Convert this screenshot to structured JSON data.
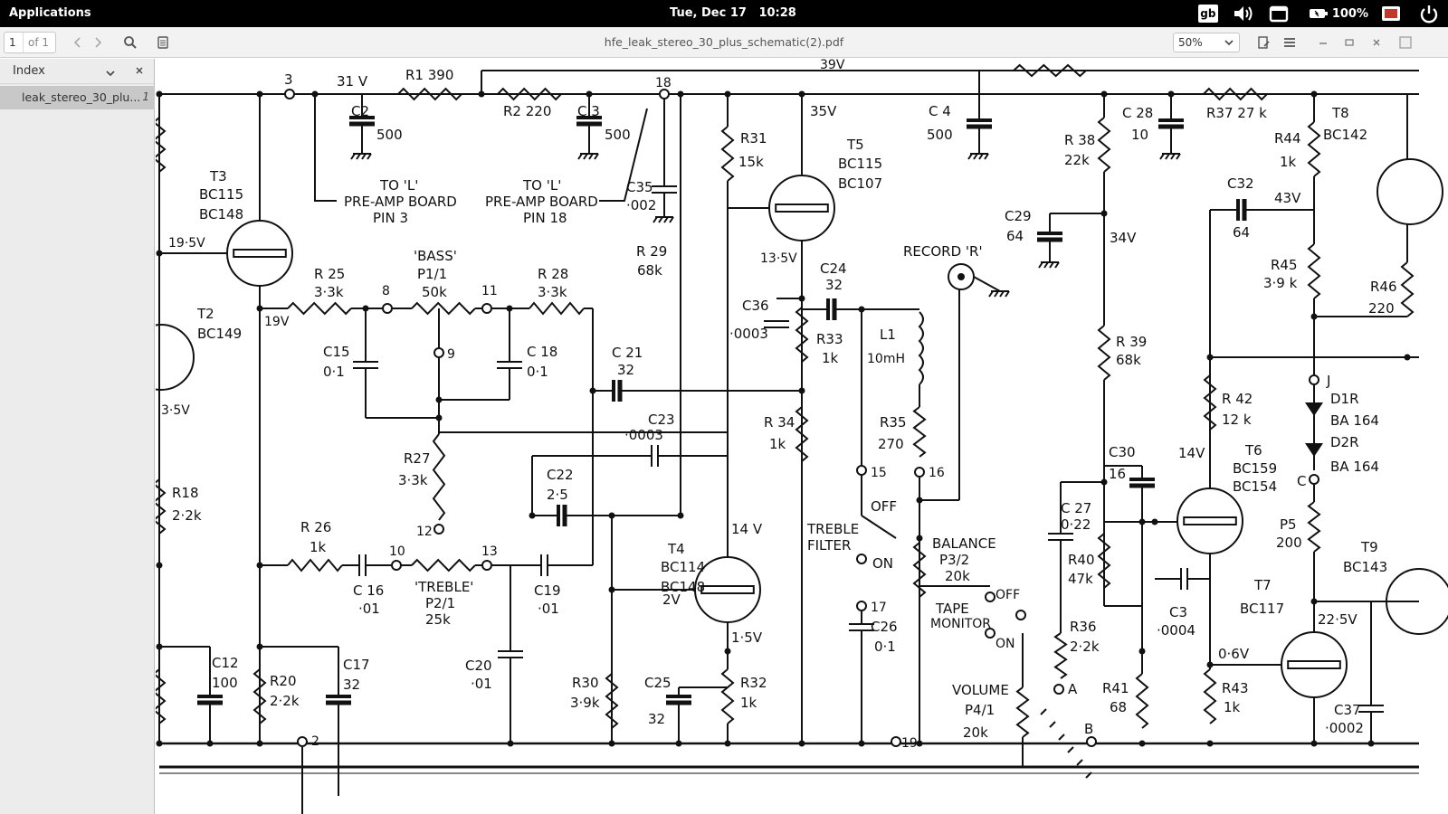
{
  "topbar": {
    "applications_label": "Applications",
    "date": "Tue, Dec 17",
    "time": "10:28",
    "keyboard_layout": "gb",
    "battery_percent": "100%"
  },
  "toolbar": {
    "page_number": "1",
    "page_of": "of 1",
    "document_title": "hfe_leak_stereo_30_plus_schematic(2).pdf",
    "zoom_value": "50%"
  },
  "sidebar": {
    "header_label": "Index",
    "items": [
      {
        "label": "leak_stereo_30_plu...",
        "page": "1"
      }
    ]
  },
  "schematic": {
    "labels": [
      {
        "id": "n3",
        "text": "3"
      },
      {
        "id": "v31",
        "text": "31 V"
      },
      {
        "id": "r1",
        "text": "R1 390"
      },
      {
        "id": "v39",
        "text": "39V"
      },
      {
        "id": "c2a",
        "text": "C2"
      },
      {
        "id": "c2b",
        "text": "500"
      },
      {
        "id": "r2",
        "text": "R2  220"
      },
      {
        "id": "c3a",
        "text": "C 3"
      },
      {
        "id": "c3b",
        "text": "500"
      },
      {
        "id": "n18",
        "text": "18"
      },
      {
        "id": "v35",
        "text": "35V"
      },
      {
        "id": "c4a",
        "text": "C 4"
      },
      {
        "id": "c4b",
        "text": "500"
      },
      {
        "id": "r38a",
        "text": "R 38"
      },
      {
        "id": "r38b",
        "text": "22k"
      },
      {
        "id": "c28a",
        "text": "C 28"
      },
      {
        "id": "c28b",
        "text": "10"
      },
      {
        "id": "r37",
        "text": "R37 27 k"
      },
      {
        "id": "t8a",
        "text": "T8"
      },
      {
        "id": "t8b",
        "text": "BC142"
      },
      {
        "id": "t3a",
        "text": "T3"
      },
      {
        "id": "t3b",
        "text": "BC115"
      },
      {
        "id": "t3c",
        "text": "BC148"
      },
      {
        "id": "tol1a",
        "text": "TO 'L'"
      },
      {
        "id": "tol1b",
        "text": "PRE-AMP BOARD"
      },
      {
        "id": "tol1c",
        "text": "PIN 3"
      },
      {
        "id": "tol2a",
        "text": "TO  'L'"
      },
      {
        "id": "tol2b",
        "text": "PRE-AMP BOARD"
      },
      {
        "id": "tol2c",
        "text": "PIN 18"
      },
      {
        "id": "c35a",
        "text": "C35"
      },
      {
        "id": "c35b",
        "text": "·002"
      },
      {
        "id": "r31a",
        "text": "R31"
      },
      {
        "id": "r31b",
        "text": "15k"
      },
      {
        "id": "t5a",
        "text": "T5"
      },
      {
        "id": "t5b",
        "text": "BC115"
      },
      {
        "id": "t5c",
        "text": "BC107"
      },
      {
        "id": "r44a",
        "text": "R44"
      },
      {
        "id": "r44b",
        "text": "1k"
      },
      {
        "id": "c29a",
        "text": "C29"
      },
      {
        "id": "c29b",
        "text": "64"
      },
      {
        "id": "v34",
        "text": "34V"
      },
      {
        "id": "c32a",
        "text": "C32"
      },
      {
        "id": "c32b",
        "text": "64"
      },
      {
        "id": "v43",
        "text": "43V"
      },
      {
        "id": "v195",
        "text": "19·5V"
      },
      {
        "id": "r29a",
        "text": "R 29"
      },
      {
        "id": "r29b",
        "text": "68k"
      },
      {
        "id": "bass1",
        "text": "'BASS'"
      },
      {
        "id": "bass2",
        "text": "P1/1"
      },
      {
        "id": "bass3",
        "text": "50k"
      },
      {
        "id": "r25a",
        "text": "R 25"
      },
      {
        "id": "r25b",
        "text": "3·3k"
      },
      {
        "id": "n8",
        "text": "8"
      },
      {
        "id": "n11",
        "text": "11"
      },
      {
        "id": "r28a",
        "text": "R 28"
      },
      {
        "id": "r28b",
        "text": "3·3k"
      },
      {
        "id": "v135",
        "text": "13·5V"
      },
      {
        "id": "c24a",
        "text": "C24"
      },
      {
        "id": "c24b",
        "text": "32"
      },
      {
        "id": "rec",
        "text": "RECORD 'R'"
      },
      {
        "id": "r45a",
        "text": "R45"
      },
      {
        "id": "r45b",
        "text": "3·9 k"
      },
      {
        "id": "r46a",
        "text": "R46"
      },
      {
        "id": "r46b",
        "text": "220"
      },
      {
        "id": "t2a",
        "text": "T2"
      },
      {
        "id": "t2b",
        "text": "BC149"
      },
      {
        "id": "v19",
        "text": "19V"
      },
      {
        "id": "c15a",
        "text": "C15"
      },
      {
        "id": "c15b",
        "text": "0·1"
      },
      {
        "id": "n9",
        "text": "9"
      },
      {
        "id": "c18a",
        "text": "C 18"
      },
      {
        "id": "c18b",
        "text": "0·1"
      },
      {
        "id": "c36a",
        "text": "C36"
      },
      {
        "id": "c36b",
        "text": "·0003"
      },
      {
        "id": "r33a",
        "text": "R33"
      },
      {
        "id": "r33b",
        "text": "1k"
      },
      {
        "id": "l1a",
        "text": "L1"
      },
      {
        "id": "l1b",
        "text": "10mH"
      },
      {
        "id": "r39a",
        "text": "R 39"
      },
      {
        "id": "r39b",
        "text": "68k"
      },
      {
        "id": "v35b",
        "text": "3·5V"
      },
      {
        "id": "c21a",
        "text": "C 21"
      },
      {
        "id": "c21b",
        "text": "32"
      },
      {
        "id": "c23a",
        "text": "C23"
      },
      {
        "id": "c23b",
        "text": "·0003"
      },
      {
        "id": "r34a",
        "text": "R 34"
      },
      {
        "id": "r34b",
        "text": "1k"
      },
      {
        "id": "r35a",
        "text": "R35"
      },
      {
        "id": "r35b",
        "text": "270"
      },
      {
        "id": "nJ",
        "text": "J"
      },
      {
        "id": "d1a",
        "text": "D1R"
      },
      {
        "id": "d1b",
        "text": "BA 164"
      },
      {
        "id": "r42a",
        "text": "R 42"
      },
      {
        "id": "r42b",
        "text": "12 k"
      },
      {
        "id": "d2a",
        "text": "D2R"
      },
      {
        "id": "d2b",
        "text": "BA 164"
      },
      {
        "id": "r27a",
        "text": "R27"
      },
      {
        "id": "r27b",
        "text": "3·3k"
      },
      {
        "id": "c30a",
        "text": "C30"
      },
      {
        "id": "c30b",
        "text": "16"
      },
      {
        "id": "v14a",
        "text": "14V"
      },
      {
        "id": "t6a",
        "text": "T6"
      },
      {
        "id": "t6b",
        "text": "BC159"
      },
      {
        "id": "t6c",
        "text": "BC154"
      },
      {
        "id": "n15",
        "text": "15"
      },
      {
        "id": "n16",
        "text": "16"
      },
      {
        "id": "nC",
        "text": "C"
      },
      {
        "id": "c22a",
        "text": "C22"
      },
      {
        "id": "c22b",
        "text": "2·5"
      },
      {
        "id": "r18a",
        "text": "R18"
      },
      {
        "id": "r18b",
        "text": "2·2k"
      },
      {
        "id": "off1",
        "text": "OFF"
      },
      {
        "id": "c27a",
        "text": "C 27"
      },
      {
        "id": "c27b",
        "text": "0·22"
      },
      {
        "id": "p5a",
        "text": "P5"
      },
      {
        "id": "p5b",
        "text": "200"
      },
      {
        "id": "v14b",
        "text": "14 V"
      },
      {
        "id": "n12",
        "text": "12"
      },
      {
        "id": "treb1",
        "text": "TREBLE"
      },
      {
        "id": "treb2",
        "text": "FILTER"
      },
      {
        "id": "bal1",
        "text": "BALANCE"
      },
      {
        "id": "bal2",
        "text": "P3/2"
      },
      {
        "id": "bal3",
        "text": "20k"
      },
      {
        "id": "r40a",
        "text": "R40"
      },
      {
        "id": "r40b",
        "text": "47k"
      },
      {
        "id": "t9a",
        "text": "T9"
      },
      {
        "id": "t9b",
        "text": "BC143"
      },
      {
        "id": "r26a",
        "text": "R 26"
      },
      {
        "id": "r26b",
        "text": "1k"
      },
      {
        "id": "n10",
        "text": "10"
      },
      {
        "id": "n13",
        "text": "13"
      },
      {
        "id": "t4a",
        "text": "T4"
      },
      {
        "id": "t4b",
        "text": "BC114"
      },
      {
        "id": "t4c",
        "text": "BC148"
      },
      {
        "id": "on1",
        "text": "ON"
      },
      {
        "id": "off2",
        "text": "OFF"
      },
      {
        "id": "c16a",
        "text": "C 16"
      },
      {
        "id": "c16b",
        "text": "·01"
      },
      {
        "id": "treb3",
        "text": "'TREBLE'"
      },
      {
        "id": "treb4",
        "text": "P2/1"
      },
      {
        "id": "treb5",
        "text": "25k"
      },
      {
        "id": "c19a",
        "text": "C19"
      },
      {
        "id": "c19b",
        "text": "·01"
      },
      {
        "id": "v2",
        "text": "2V"
      },
      {
        "id": "n17",
        "text": "17"
      },
      {
        "id": "tm1",
        "text": "TAPE"
      },
      {
        "id": "tm2",
        "text": "MONITOR"
      },
      {
        "id": "on2",
        "text": "ON"
      },
      {
        "id": "c3xa",
        "text": "C3"
      },
      {
        "id": "c3xb",
        "text": "·0004"
      },
      {
        "id": "t7a",
        "text": "T7"
      },
      {
        "id": "t7b",
        "text": "BC117"
      },
      {
        "id": "v225",
        "text": "22·5V"
      },
      {
        "id": "c26a",
        "text": "C26"
      },
      {
        "id": "c26b",
        "text": "0·1"
      },
      {
        "id": "r36a",
        "text": "R36"
      },
      {
        "id": "r36b",
        "text": "2·2k"
      },
      {
        "id": "v15",
        "text": "1·5V"
      },
      {
        "id": "v06",
        "text": "0·6V"
      },
      {
        "id": "nA",
        "text": "A"
      },
      {
        "id": "c12a",
        "text": "C12"
      },
      {
        "id": "c12b",
        "text": "100"
      },
      {
        "id": "c17a",
        "text": "C17"
      },
      {
        "id": "c17b",
        "text": "32"
      },
      {
        "id": "c20a",
        "text": "C20"
      },
      {
        "id": "c20b",
        "text": "·01"
      },
      {
        "id": "r20a",
        "text": "R20"
      },
      {
        "id": "r20b",
        "text": "2·2k"
      },
      {
        "id": "r30a",
        "text": "R30"
      },
      {
        "id": "r30b",
        "text": "3·9k"
      },
      {
        "id": "c25a",
        "text": "C25"
      },
      {
        "id": "c25b",
        "text": "32"
      },
      {
        "id": "r32a",
        "text": "R32"
      },
      {
        "id": "r32b",
        "text": "1k"
      },
      {
        "id": "vol1",
        "text": "VOLUME"
      },
      {
        "id": "vol2",
        "text": "P4/1"
      },
      {
        "id": "vol3",
        "text": "20k"
      },
      {
        "id": "r41a",
        "text": "R41"
      },
      {
        "id": "r41b",
        "text": "68"
      },
      {
        "id": "r43a",
        "text": "R43"
      },
      {
        "id": "r43b",
        "text": "1k"
      },
      {
        "id": "c37a",
        "text": "C37"
      },
      {
        "id": "c37b",
        "text": "·0002"
      },
      {
        "id": "n2",
        "text": "2"
      },
      {
        "id": "n19",
        "text": "19"
      },
      {
        "id": "nB",
        "text": "B"
      }
    ]
  }
}
